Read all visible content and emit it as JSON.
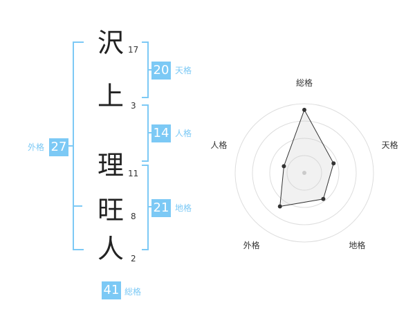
{
  "characters": [
    {
      "char": "沢",
      "strokes": "17"
    },
    {
      "char": "上",
      "strokes": "3"
    },
    {
      "char": "理",
      "strokes": "11"
    },
    {
      "char": "旺",
      "strokes": "8"
    },
    {
      "char": "人",
      "strokes": "2"
    }
  ],
  "kaku": {
    "ten": {
      "value": "20",
      "label": "天格"
    },
    "jin": {
      "value": "14",
      "label": "人格"
    },
    "chi": {
      "value": "21",
      "label": "地格"
    },
    "gai": {
      "value": "27",
      "label": "外格"
    },
    "so": {
      "value": "41",
      "label": "総格"
    }
  },
  "colors": {
    "accent": "#7cc9f5",
    "text": "#222222"
  },
  "chart_data": {
    "type": "radar",
    "axes": [
      "総格",
      "天格",
      "地格",
      "外格",
      "人格"
    ],
    "values": [
      41,
      20,
      21,
      27,
      14
    ],
    "rmax": 45,
    "rings": 4,
    "title": ""
  }
}
